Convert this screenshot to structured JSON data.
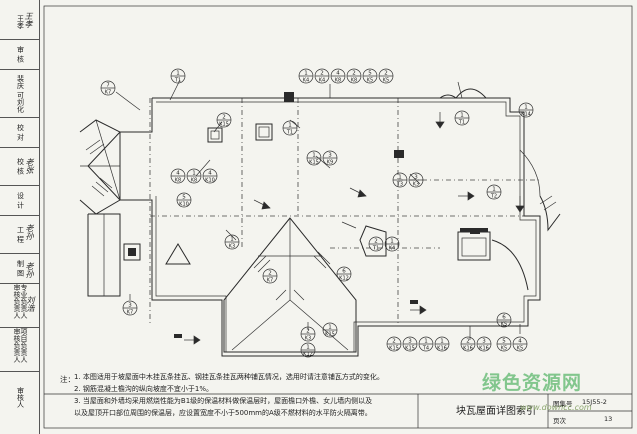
{
  "title_block": {
    "rows": [
      {
        "label": "王孝"
      },
      {
        "label": "审 核"
      },
      {
        "label": "裴庆 可刘化"
      },
      {
        "label": "校 对"
      },
      {
        "label": "校 核"
      },
      {
        "label": "设 计"
      },
      {
        "label": "工 程"
      },
      {
        "label": "制 图"
      },
      {
        "label": "专业负责人 审核负责人"
      },
      {
        "label": "项目负责人 审核负责人"
      },
      {
        "label": "审核人"
      }
    ],
    "signatures": [
      "王孝",
      "老张",
      "老孙",
      "老孙",
      "刘浩"
    ]
  },
  "notes": {
    "label": "注：",
    "lines": [
      "1. 本图适用于坡屋面中木挂瓦条挂瓦、钢挂瓦条挂瓦两种铺瓦情况，选用时请注意铺瓦方式的变化。",
      "2. 钢筋混凝土檐沟的纵向坡度不宜小于1%。",
      "3. 当屋面和外墙均采用燃烧性能为B1级的保温材料做保温层时，屋面檐口外檐、女儿墙内侧以及",
      "   以及屋顶开口部位周围的保温层，应设置宽度不小于500mm的A级不燃材料的水平防火隔离带。"
    ]
  },
  "sheet": {
    "title": "块瓦屋面详图索引",
    "atlas_label": "图集号",
    "atlas_no": "15J55-2",
    "page_label": "页次",
    "page_no": "13"
  },
  "watermark": {
    "text": "绿色资源网",
    "url": "www.downcc.com"
  },
  "callouts": [
    {
      "num": "7",
      "ref": "K7"
    },
    {
      "num": "1",
      "ref": "T1"
    },
    {
      "num": "1",
      "ref": "K4"
    },
    {
      "num": "2",
      "ref": "K4"
    },
    {
      "num": "4",
      "ref": "K8"
    },
    {
      "num": "2",
      "ref": "K8"
    },
    {
      "num": "5",
      "ref": "K5"
    },
    {
      "num": "2",
      "ref": "K5"
    },
    {
      "num": "1",
      "ref": "T1"
    },
    {
      "num": "1",
      "ref": "T1"
    },
    {
      "num": "1",
      "ref": "K14"
    },
    {
      "num": "2",
      "ref": "K15"
    },
    {
      "num": "1",
      "ref": "K15"
    },
    {
      "num": "3",
      "ref": "K9"
    },
    {
      "num": "4",
      "ref": "K8"
    },
    {
      "num": "1",
      "ref": "K8"
    },
    {
      "num": "4",
      "ref": "K10"
    },
    {
      "num": "5",
      "ref": "K10"
    },
    {
      "num": "1",
      "ref": "T3"
    },
    {
      "num": "3",
      "ref": "K3"
    },
    {
      "num": "1",
      "ref": "K3"
    },
    {
      "num": "2",
      "ref": "T1"
    },
    {
      "num": "1",
      "ref": "K4"
    },
    {
      "num": "1",
      "ref": "T2"
    },
    {
      "num": "2",
      "ref": "K7"
    },
    {
      "num": "3",
      "ref": "K7"
    },
    {
      "num": "2",
      "ref": "K3"
    },
    {
      "num": "1",
      "ref": "K12"
    },
    {
      "num": "6",
      "ref": "K12"
    },
    {
      "num": "1",
      "ref": "K15"
    },
    {
      "num": "2",
      "ref": "K15"
    },
    {
      "num": "3",
      "ref": "K15"
    },
    {
      "num": "1",
      "ref": "T4"
    },
    {
      "num": "1",
      "ref": "K16"
    },
    {
      "num": "2",
      "ref": "K16"
    },
    {
      "num": "3",
      "ref": "K16"
    },
    {
      "num": "6",
      "ref": "K5"
    },
    {
      "num": "5",
      "ref": "K5"
    },
    {
      "num": "4",
      "ref": "K5"
    }
  ]
}
